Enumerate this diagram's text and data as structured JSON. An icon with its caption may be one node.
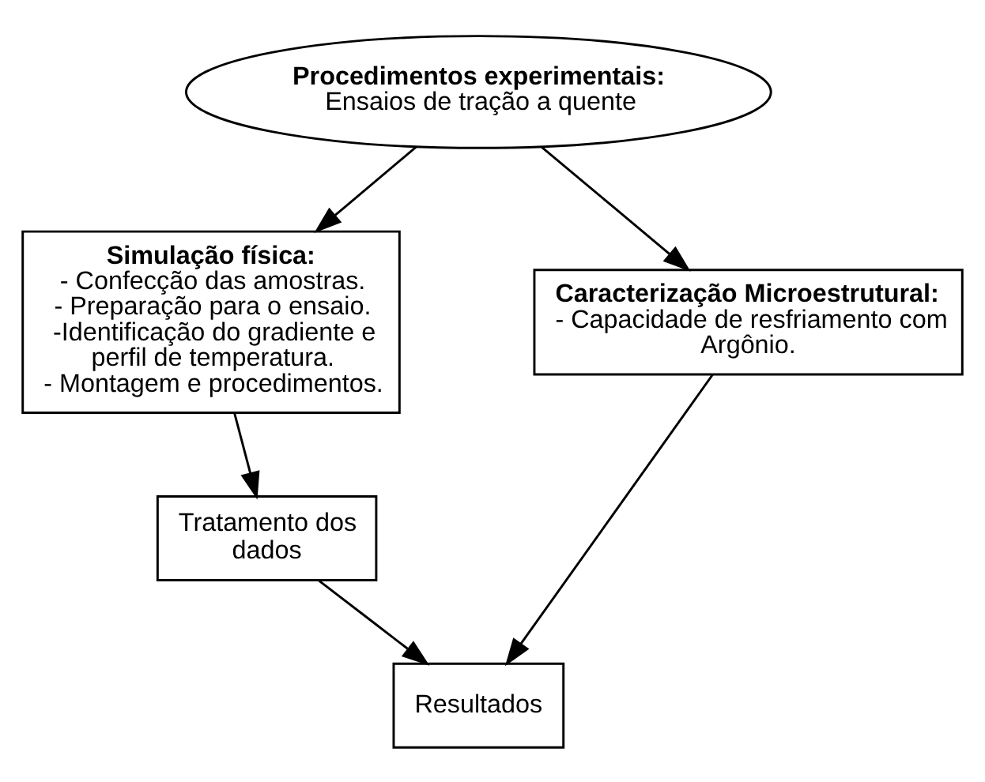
{
  "diagram": {
    "nodes": [
      {
        "text": [
          "Procedimentos experimentais:",
          "Ensaios de tração a quente"
        ]
      },
      {
        "text": [
          "Simulação física:",
          "- Confecção das amostras.",
          "- Preparação para o ensaio.",
          "-Identificação do gradiente e perfil de temperatura.",
          "- Montagem e procedimentos."
        ]
      },
      {
        "text": [
          "Caracterização Microestrutural:",
          "- Capacidade de resfriamento com Argônio."
        ]
      },
      {
        "text": [
          "Tratamento dos dados"
        ]
      },
      {
        "text": [
          "Resultados"
        ]
      }
    ],
    "edges": [
      {
        "from": 0,
        "to": 1,
        "arrow": "to"
      },
      {
        "from": 0,
        "to": 2,
        "arrow": "to"
      },
      {
        "from": 1,
        "to": 3,
        "arrow": "to"
      },
      {
        "from": 3,
        "to": 4,
        "arrow": "to"
      },
      {
        "from": 2,
        "to": 4,
        "arrow": "to"
      }
    ]
  }
}
